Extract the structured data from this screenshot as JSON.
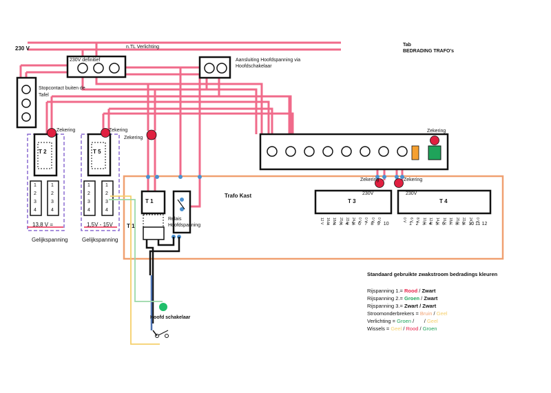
{
  "title": {
    "line1": "Tab",
    "line2": "BEDRADING  TRAFO's"
  },
  "labels": {
    "v230": "230 V",
    "ntl": "n.TL  Verlichting",
    "definitief": "230V definitief",
    "aansluiting_1": "Aansluiting Hoofdspanning via",
    "aansluiting_2": "Hoofdschakelaar",
    "stopcontact_1": "Stopcontact buiten de",
    "stopcontact_2": "Tafel",
    "zekering_t2": "Zekering",
    "zekering_t5": "Zekering",
    "zekering_main": "Zekering",
    "zekering_strip": "Zekering",
    "zekering_t3": "Zekering",
    "zekering_t4": "Zekering",
    "t2": "T  2",
    "t5": "T  5",
    "t1": "T  1",
    "t1_side": "T 1",
    "t3": "T 3",
    "t4": "T 4",
    "t3_230": "230V",
    "t4_230": "230V",
    "trafo_kast": "Trafo Kast",
    "relais_1": "Relais",
    "relais_2": "Hoofdspanning",
    "v13_8": "13,8  V  =",
    "v1_5": "1,5V - 15V",
    "gelijk1": "Gelijkspanning",
    "gelijk2": "Gelijkspanning",
    "hoofdschakelaar": "Hoofd schakelaar"
  },
  "terminals": {
    "t2": [
      "1",
      "2",
      "3",
      "4",
      "1",
      "2",
      "3",
      "4"
    ],
    "t5": [
      "1",
      "2",
      "3",
      "4",
      "1",
      "2",
      "3",
      "4"
    ],
    "t3_numbers": [
      "1",
      "2",
      "3",
      "4",
      "5",
      "6",
      "7",
      "8",
      "9",
      "10"
    ],
    "t3_volts": [
      "12 V",
      "16 V",
      "18 V",
      "20 V",
      "22 V",
      "24 V",
      "0 V",
      "0 V",
      "0 V",
      "0 V"
    ],
    "t4_numbers": [
      "1",
      "2",
      "3",
      "4",
      "5",
      "6",
      "7",
      "8",
      "9",
      "10",
      "11",
      "12"
    ],
    "t4_volts": [
      "0 V",
      "6 V",
      "8 V",
      "10 V",
      "12 V",
      "14 V",
      "16 V",
      "18 V",
      "20 V",
      "22 V",
      "24 V",
      "0 V"
    ]
  },
  "legend": {
    "heading": "Standaard gebruikte zwakstroom bedradings kleuren",
    "rows": [
      {
        "prefix": "Rijspanning 1.= ",
        "parts": [
          {
            "text": "Rood",
            "color": "#e8234a",
            "bold": true
          },
          {
            "text": " / ",
            "color": "#111111",
            "bold": false
          },
          {
            "text": "Zwart",
            "color": "#111111",
            "bold": true
          }
        ]
      },
      {
        "prefix": "Rijspanning 2.= ",
        "parts": [
          {
            "text": "Groen",
            "color": "#1fa35a",
            "bold": true
          },
          {
            "text": " / ",
            "color": "#111111",
            "bold": false
          },
          {
            "text": "Zwart",
            "color": "#111111",
            "bold": true
          }
        ]
      },
      {
        "prefix": "Rijspanning 3.= ",
        "parts": [
          {
            "text": "Zwart / Zwart",
            "color": "#111111",
            "bold": true
          }
        ]
      },
      {
        "prefix": "Stroomonderbrekers = ",
        "parts": [
          {
            "text": "Bruin",
            "color": "#f0a070",
            "bold": false
          },
          {
            "text": " / ",
            "color": "#111111",
            "bold": false
          },
          {
            "text": "Geel",
            "color": "#f5cf6a",
            "bold": false
          }
        ]
      },
      {
        "prefix": "Verlichting = ",
        "parts": [
          {
            "text": "Groen",
            "color": "#1fa35a",
            "bold": false
          },
          {
            "text": " / ",
            "color": "#111111",
            "bold": false
          },
          {
            "text": "     ",
            "color": "#111111",
            "bold": false
          },
          {
            "text": " / ",
            "color": "#111111",
            "bold": false
          },
          {
            "text": "Geel",
            "color": "#f5cf6a",
            "bold": false
          }
        ]
      },
      {
        "prefix": "Wissels = ",
        "parts": [
          {
            "text": "Geel",
            "color": "#f5cf6a",
            "bold": false
          },
          {
            "text": " / ",
            "color": "#111111",
            "bold": false
          },
          {
            "text": "Rood",
            "color": "#e8234a",
            "bold": false
          },
          {
            "text": " / ",
            "color": "#111111",
            "bold": false
          },
          {
            "text": "Groen",
            "color": "#1fa35a",
            "bold": false
          }
        ]
      }
    ]
  },
  "colors": {
    "wire_red": "#f06a8a",
    "fuse_red": "#e02040",
    "purple_dash": "#8a6ad0",
    "orange_border": "#f0a070",
    "blue_dot": "#4a90d0",
    "yellow_wire": "#f5cf6a",
    "green_wire": "#9ad8a8",
    "green_lamp": "#1fbf6a",
    "orange_fuse": "#f5a030",
    "green_square": "#1fa35a"
  }
}
